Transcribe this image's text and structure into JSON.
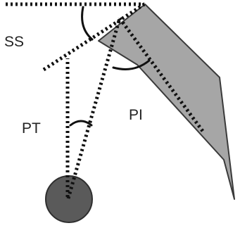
{
  "diagram": {
    "labels": {
      "ss": "SS",
      "pt": "PT",
      "pi": "PI"
    },
    "colors": {
      "sacrum_fill": "#a6a6a6",
      "sacrum_stroke": "#3a3a3a",
      "femoral_head_fill": "#5a5a5a",
      "femoral_head_stroke": "#2e2e2e",
      "dotted_line": "#111111",
      "arc": "#111111"
    }
  }
}
